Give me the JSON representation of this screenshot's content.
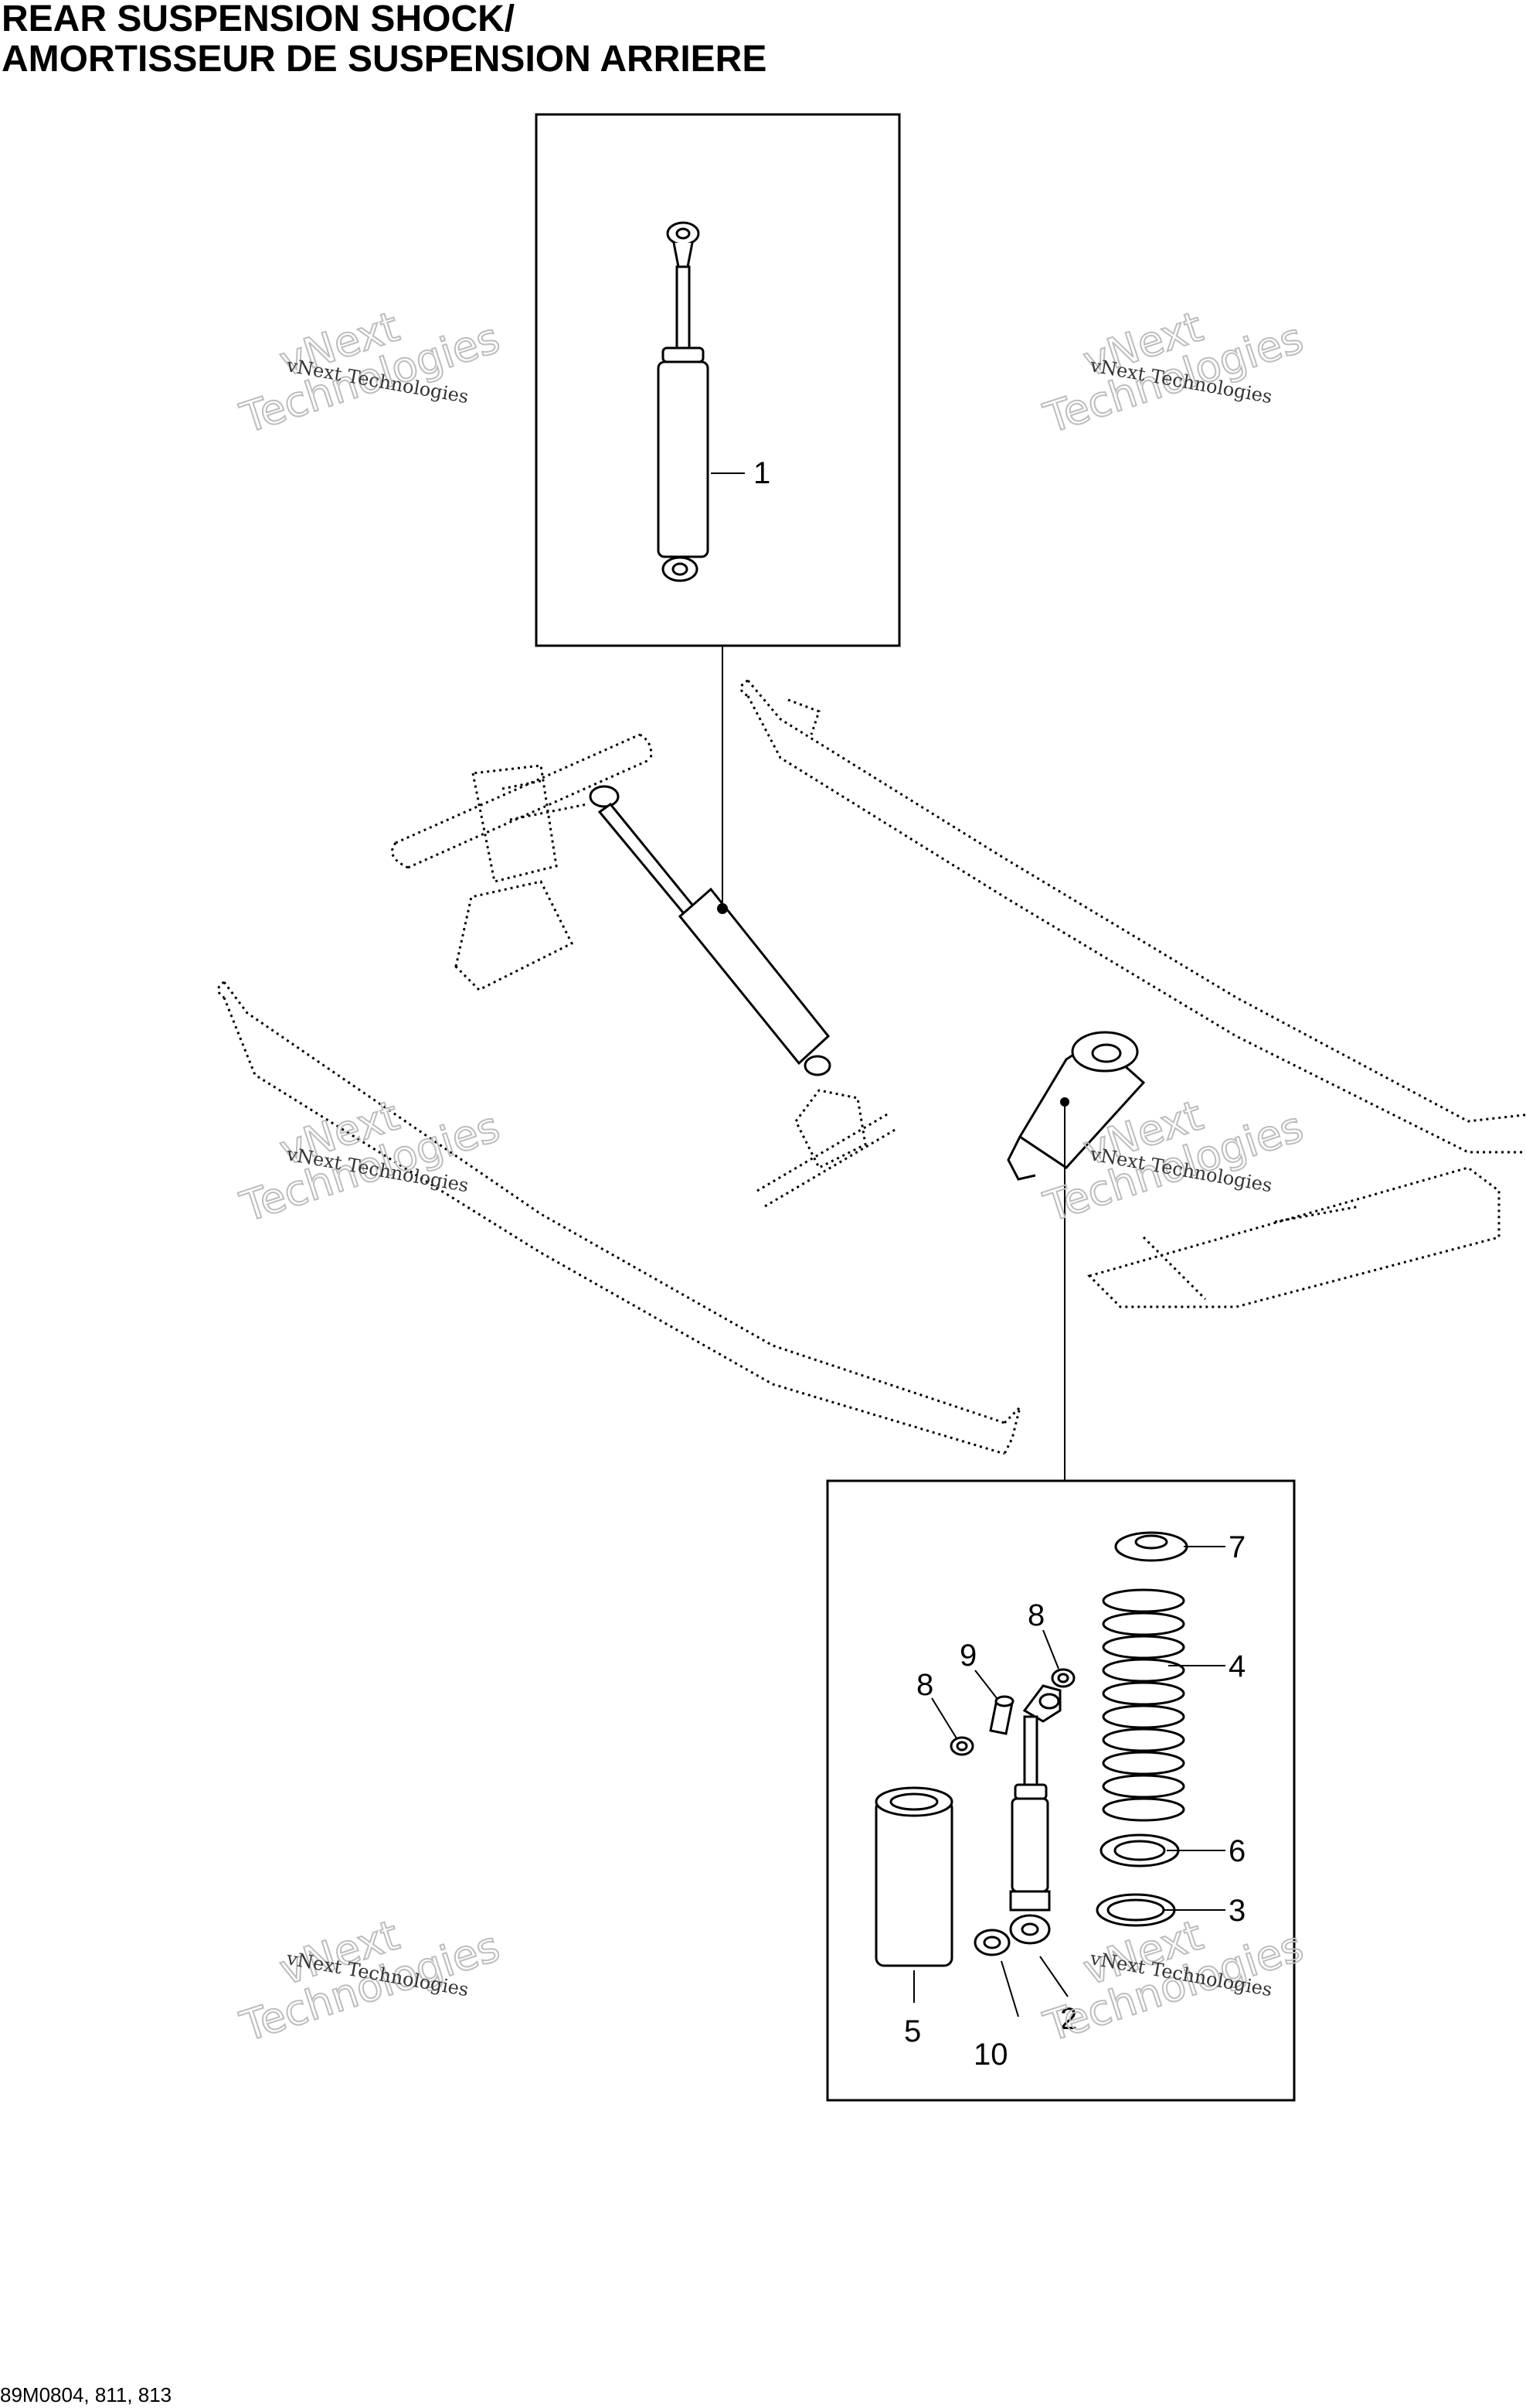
{
  "title": {
    "line1": "REAR SUSPENSION SHOCK/",
    "line2": "AMORTISSEUR DE SUSPENSION ARRIERE"
  },
  "callouts": {
    "c1": "1",
    "c2": "2",
    "c3": "3",
    "c4": "4",
    "c5": "5",
    "c6": "6",
    "c7": "7",
    "c8a": "8",
    "c8b": "8",
    "c9": "9",
    "c10": "10"
  },
  "watermark": {
    "company": "vNext Technologies",
    "line1": "vNext",
    "line2": "Technologies"
  },
  "drawing_code": "89M0804, 811, 813"
}
